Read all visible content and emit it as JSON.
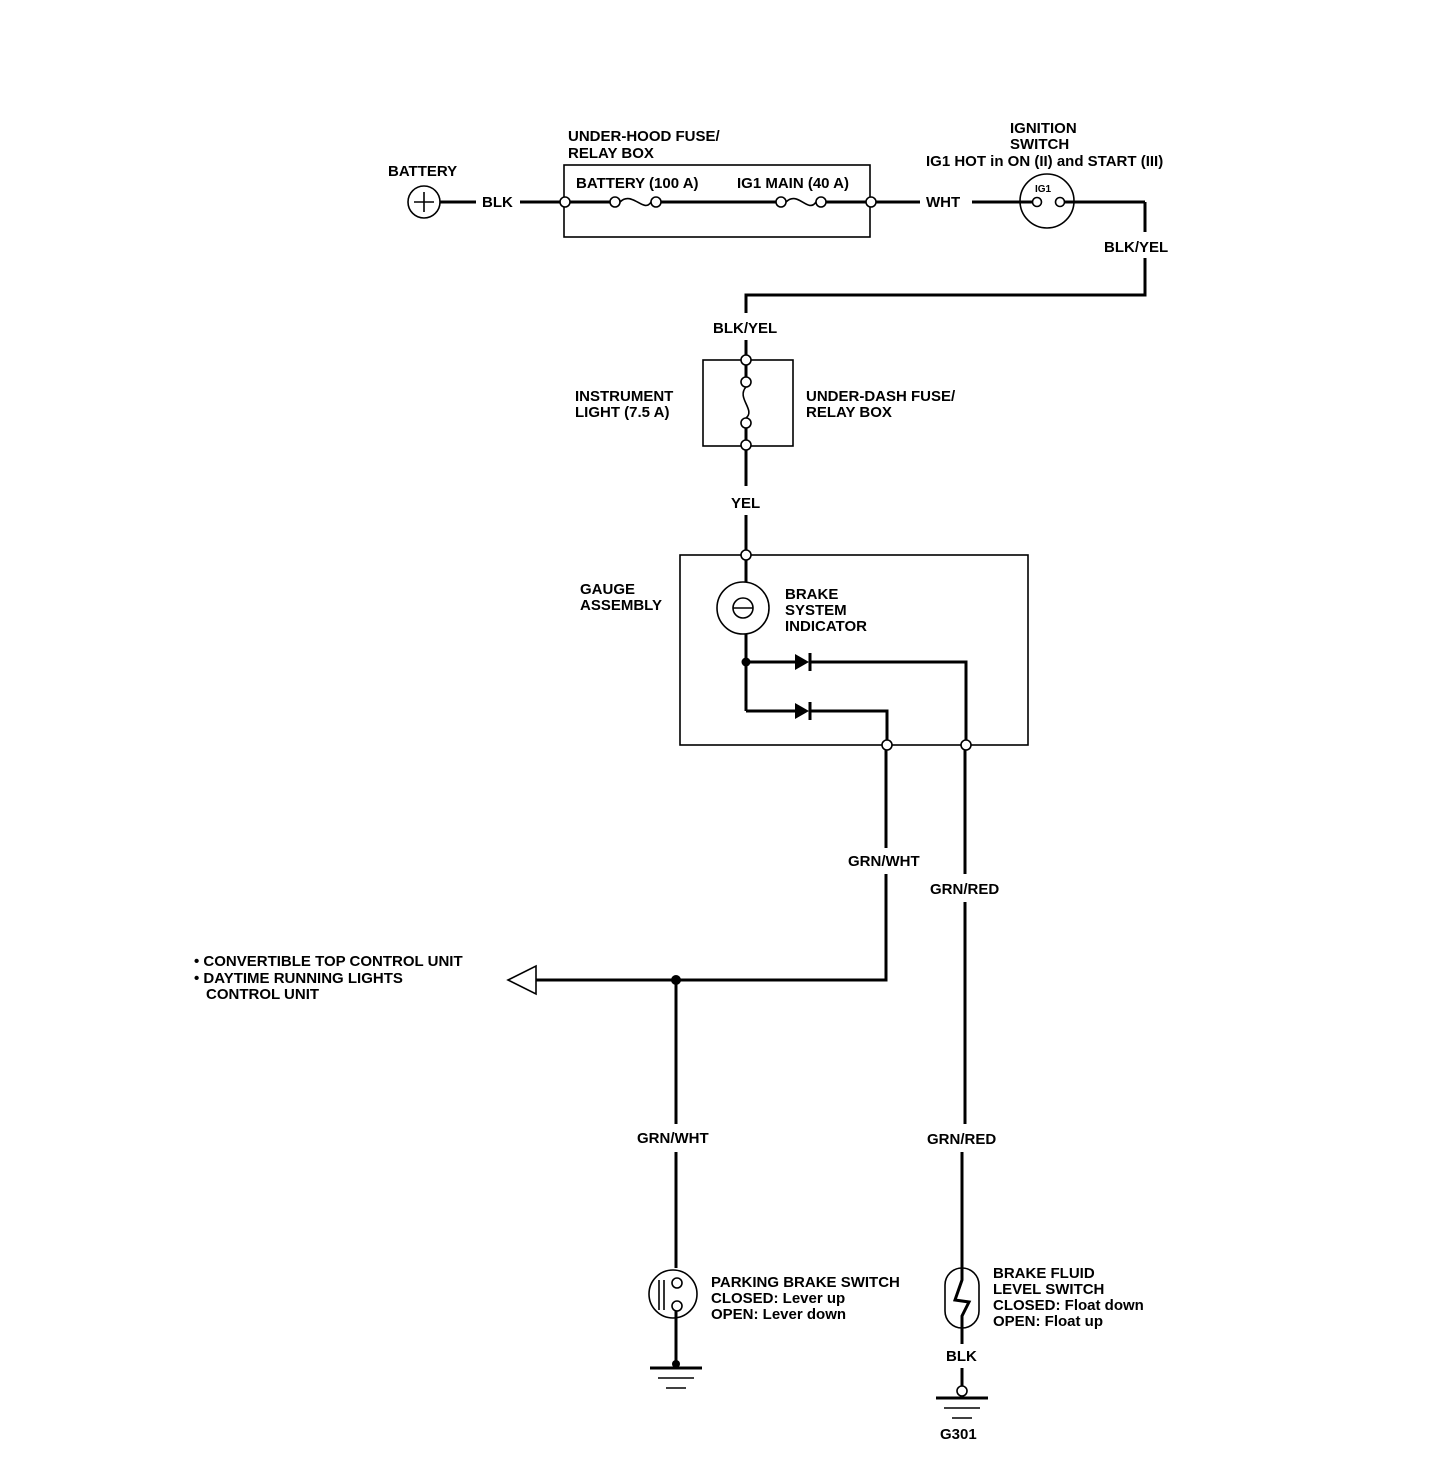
{
  "battery": {
    "label": "BATTERY",
    "wire": "BLK"
  },
  "under_hood_box": {
    "title_line1": "UNDER-HOOD FUSE/",
    "title_line2": "RELAY BOX",
    "fuse1": "BATTERY (100 A)",
    "fuse2": "IG1 MAIN (40 A)"
  },
  "wire_wht": "WHT",
  "ignition": {
    "line1": "IGNITION",
    "line2": "SWITCH",
    "line3": "IG1 HOT in ON (II) and START (III)",
    "contact": "IG1",
    "wire_out": "BLK/YEL"
  },
  "under_dash_box": {
    "wire_in": "BLK/YEL",
    "fuse_line1": "INSTRUMENT",
    "fuse_line2": "LIGHT (7.5 A)",
    "title_line1": "UNDER-DASH FUSE/",
    "title_line2": "RELAY BOX",
    "wire_out": "YEL"
  },
  "gauge": {
    "line1": "GAUGE",
    "line2": "ASSEMBLY",
    "indicator_line1": "BRAKE",
    "indicator_line2": "SYSTEM",
    "indicator_line3": "INDICATOR"
  },
  "wires": {
    "grn_wht_upper": "GRN/WHT",
    "grn_red_upper": "GRN/RED",
    "grn_wht_lower": "GRN/WHT",
    "grn_red_lower": "GRN/RED",
    "blk_ground": "BLK"
  },
  "branch": {
    "item1": "• CONVERTIBLE TOP CONTROL UNIT",
    "item2": "• DAYTIME RUNNING LIGHTS",
    "item2_cont": "CONTROL UNIT"
  },
  "parking_switch": {
    "line1": "PARKING BRAKE SWITCH",
    "line2": "CLOSED: Lever up",
    "line3": "OPEN: Lever down"
  },
  "fluid_switch": {
    "line1": "BRAKE FLUID",
    "line2": "LEVEL SWITCH",
    "line3": "CLOSED: Float down",
    "line4": "OPEN: Float up"
  },
  "ground_label": "G301"
}
